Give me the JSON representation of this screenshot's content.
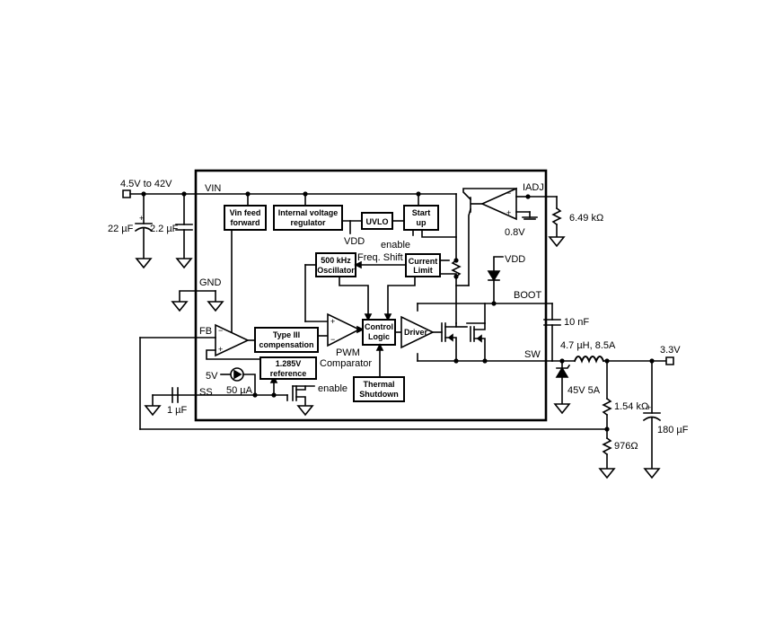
{
  "labels": {
    "vin_range": "4.5V to 42V",
    "vin_pin": "VIN",
    "gnd_pin": "GND",
    "fb_pin": "FB",
    "ss_pin": "SS",
    "iadj_pin": "IADJ",
    "boot_pin": "BOOT",
    "sw_pin": "SW",
    "vdd_uvlo": "VDD",
    "vdd_boot": "VDD",
    "enable_top": "enable",
    "enable_bottom": "enable",
    "freq_shift": "Freq. Shift",
    "pwm_comparator_line1": "PWM",
    "pwm_comparator_line2": "Comparator",
    "five_v": "5V",
    "current_source": "50 µA",
    "ref_08v": "0.8V",
    "output_voltage": "3.3V"
  },
  "blocks": {
    "vin_feed_forward": [
      "Vin feed",
      "forward"
    ],
    "internal_regulator": [
      "Internal voltage",
      "regulator"
    ],
    "uvlo": [
      "UVLO"
    ],
    "startup": [
      "Start",
      "up"
    ],
    "oscillator": [
      "500 kHz",
      "Oscillator"
    ],
    "current_limit": [
      "Current",
      "Limit"
    ],
    "type3_comp": [
      "Type III",
      "compensation"
    ],
    "reference": [
      "1.285V",
      "reference"
    ],
    "control_logic": [
      "Control",
      "Logic"
    ],
    "driver": [
      "Driver"
    ],
    "thermal_shutdown": [
      "Thermal",
      "Shutdown"
    ]
  },
  "components": {
    "cin_bulk": "22 µF",
    "cin_ceramic": "2.2 µF",
    "c_ss": "1 µF",
    "r_iadj": "6.49 kΩ",
    "c_boot": "10 nF",
    "inductor": "4.7 µH, 8.5A",
    "diode": "45V 5A",
    "r_top": "1.54 kΩ",
    "r_bottom": "976Ω",
    "c_out": "180 µF"
  }
}
